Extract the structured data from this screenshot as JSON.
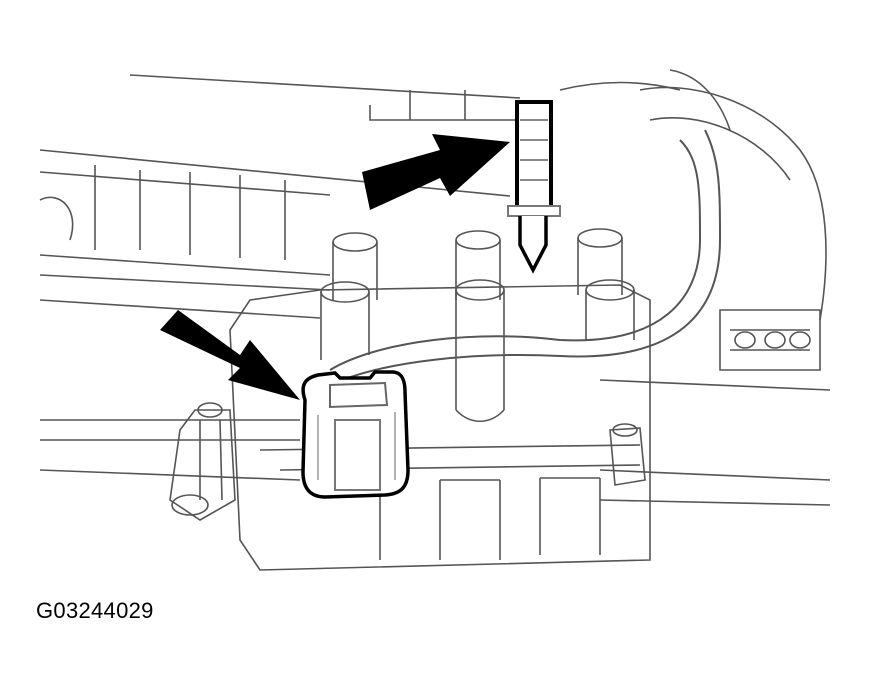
{
  "figure": {
    "caption": "G03244029",
    "description": "Engine component line drawing with two arrows pointing to a clip/retainer (top) and an electrical connector (left)",
    "callouts": [
      {
        "id": "arrow-top",
        "target": "clip-retainer"
      },
      {
        "id": "arrow-left",
        "target": "electrical-connector"
      }
    ],
    "colors": {
      "line": "#000000",
      "background": "#ffffff",
      "shade": "#bdbdbd"
    }
  }
}
